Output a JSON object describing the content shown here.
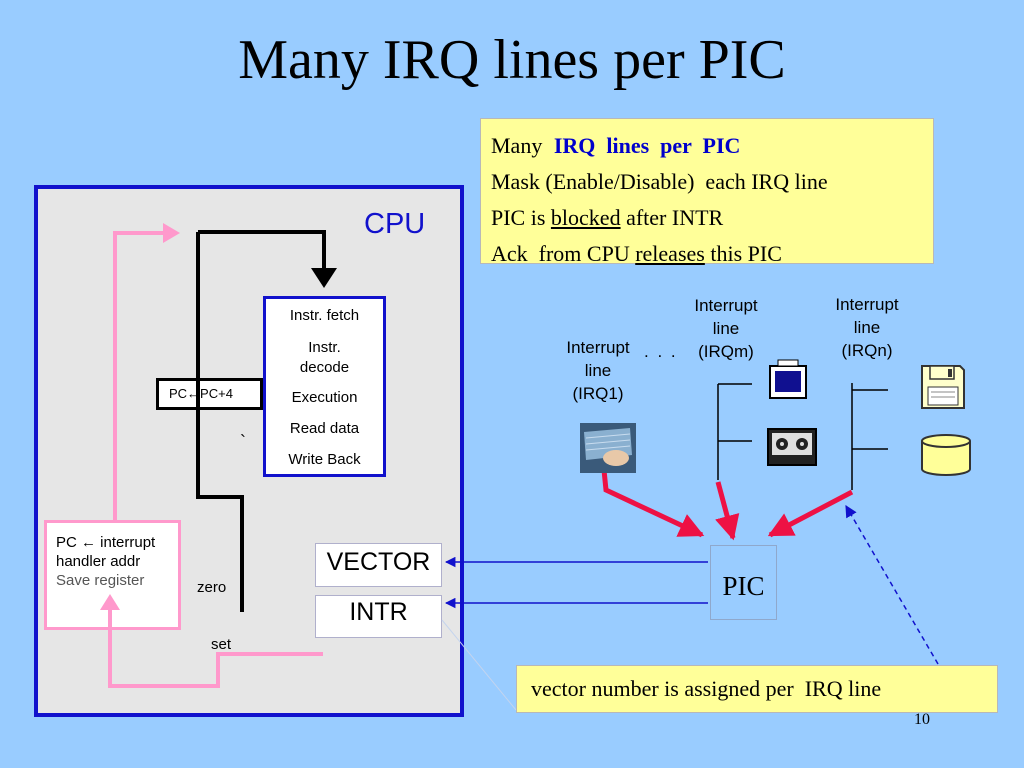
{
  "title": "Many IRQ lines per PIC",
  "info_box": {
    "line1_prefix": "Many",
    "line1_highlight": "IRQ  lines  per  PIC",
    "line2": "Mask (Enable/Disable)  each IRQ line",
    "line3_prefix": "PIC is",
    "line3_underlined": "blocked",
    "line3_suffix": "after INTR",
    "line4_prefix": "Ack  from CPU",
    "line4_underlined": "releases",
    "line4_suffix": "this PIC"
  },
  "cpu": {
    "label": "CPU",
    "stages": [
      "Instr. fetch",
      "Instr.",
      "decode",
      "Execution",
      "Read data",
      "Write Back"
    ],
    "pc_increment": "PC←PC+4",
    "handler": {
      "line1": "PC ← interrupt",
      "line2": "handler addr",
      "line3": "Save register"
    },
    "zero_label": "zero",
    "set_label": "set",
    "tick_mark": "`",
    "vector_label": "VECTOR",
    "intr_label": "INTR"
  },
  "irq_lines": [
    {
      "line1": "Interrupt",
      "line2": "line",
      "line3": "(IRQ1)"
    },
    {
      "line1": "Interrupt",
      "line2": "line",
      "line3": "(IRQm)"
    },
    {
      "line1": "Interrupt",
      "line2": "line",
      "line3": "(IRQn)"
    }
  ],
  "ellipsis": ". . .",
  "pic_label": "PIC",
  "vector_note": "vector number is assigned per  IRQ line",
  "page_number": "10",
  "colors": {
    "background": "#99ccff",
    "cpu_border": "#1111cc",
    "note_fill": "#ffff99",
    "interrupt_arrow": "#ee1144",
    "handler_path": "#ff99cc"
  },
  "icons": [
    "keyboard-icon",
    "monitor-icon",
    "tape-drive-icon",
    "floppy-disk-icon",
    "disk-cylinder-icon"
  ]
}
